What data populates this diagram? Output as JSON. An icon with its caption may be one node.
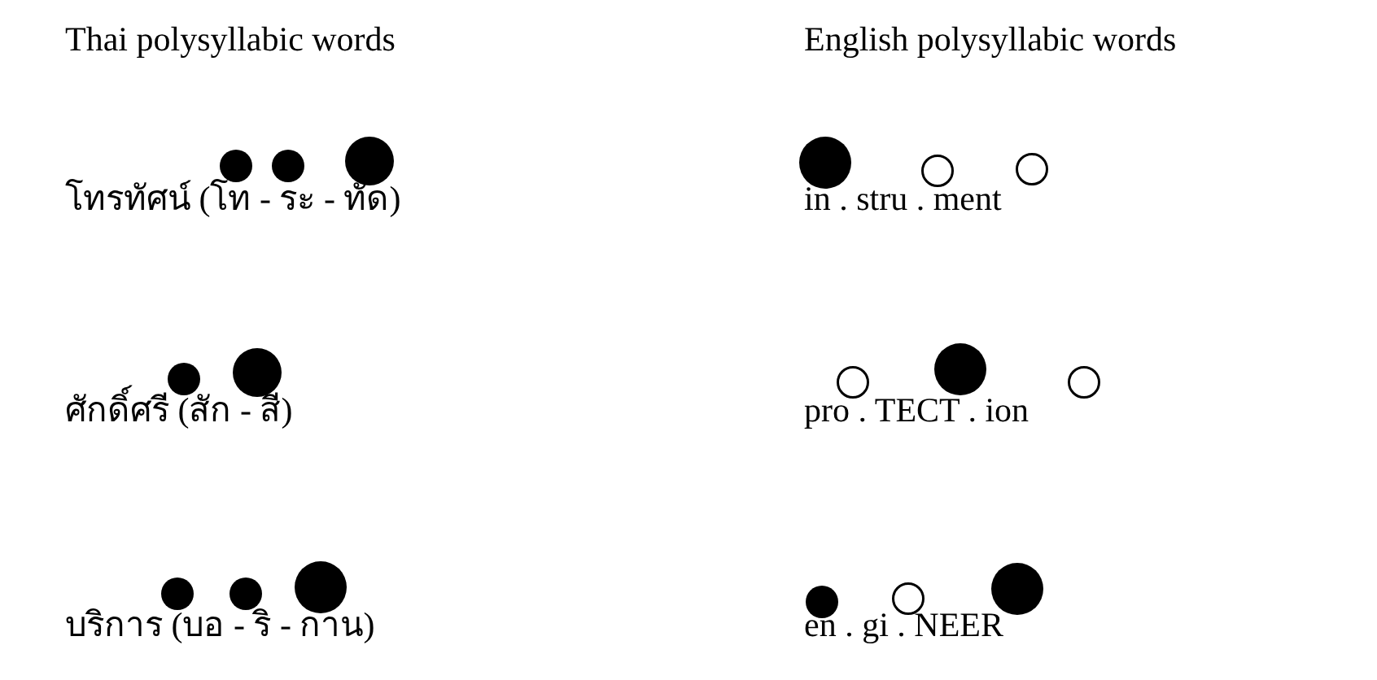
{
  "diagram": {
    "labels": [
      "Thai polysyllabic words",
      "English polysyllabic words",
      "โทรทัศน์ (โท - ระ - ทัด)",
      "in . stru . ment",
      "ศักดิ์ศรี (สัก - สี)",
      "pro . TECT . ion",
      "บริการ (บอ - ริ - กาน)",
      "en . gi . NEER"
    ]
  }
}
